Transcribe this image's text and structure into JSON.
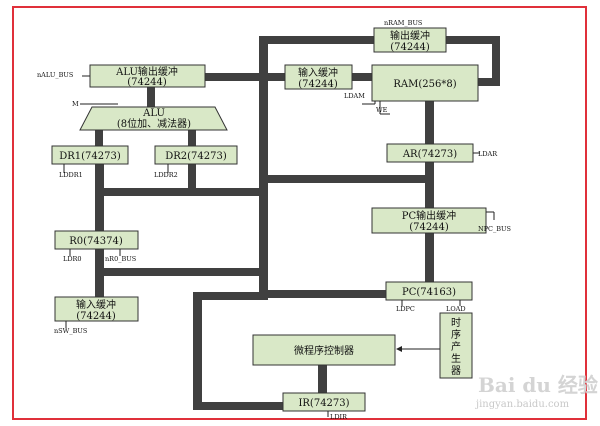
{
  "diagram": {
    "blocks": {
      "alu_out": [
        "ALU输出缓冲",
        "(74244)"
      ],
      "alu": [
        "ALU",
        "(8位加、减法器)"
      ],
      "dr1": "DR1(74273)",
      "dr2": "DR2(74273)",
      "r0": "R0(74374)",
      "in_left": [
        "输入缓冲",
        "(74244)"
      ],
      "in_top": [
        "输入缓冲",
        "(74244)"
      ],
      "out_top": [
        "输出缓冲",
        "(74244)"
      ],
      "ram": "RAM(256*8)",
      "ar": "AR(74273)",
      "pc_out": [
        "PC输出缓冲",
        "(74244)"
      ],
      "pc": "PC(74163)",
      "micro": "微程序控制器",
      "ir": "IR(74273)",
      "seq": [
        "时",
        "序",
        "产",
        "生",
        "器"
      ]
    },
    "signals": {
      "nalu_bus": "nALU_BUS",
      "m": "M",
      "lddr1": "LDDR1",
      "lddr2": "LDDR2",
      "ldr0": "LDR0",
      "nr0_bus": "nR0_BUS",
      "nsw_bus": "nSW_BUS",
      "nram_bus": "nRAM_BUS",
      "ldam": "LDAM",
      "we": "WE",
      "ldar": "LDAR",
      "npc_bus": "NPC_BUS",
      "ldpc": "LDPC",
      "load": "LOAD",
      "ldir": "LDIR"
    },
    "watermark": {
      "brand": "Bai du 经验",
      "url": "jingyan.baidu.com"
    },
    "colors": {
      "frame": "#e0303a",
      "bus": "#404040",
      "block_fill": "#d9e8c7",
      "block_stroke": "#333333"
    }
  }
}
